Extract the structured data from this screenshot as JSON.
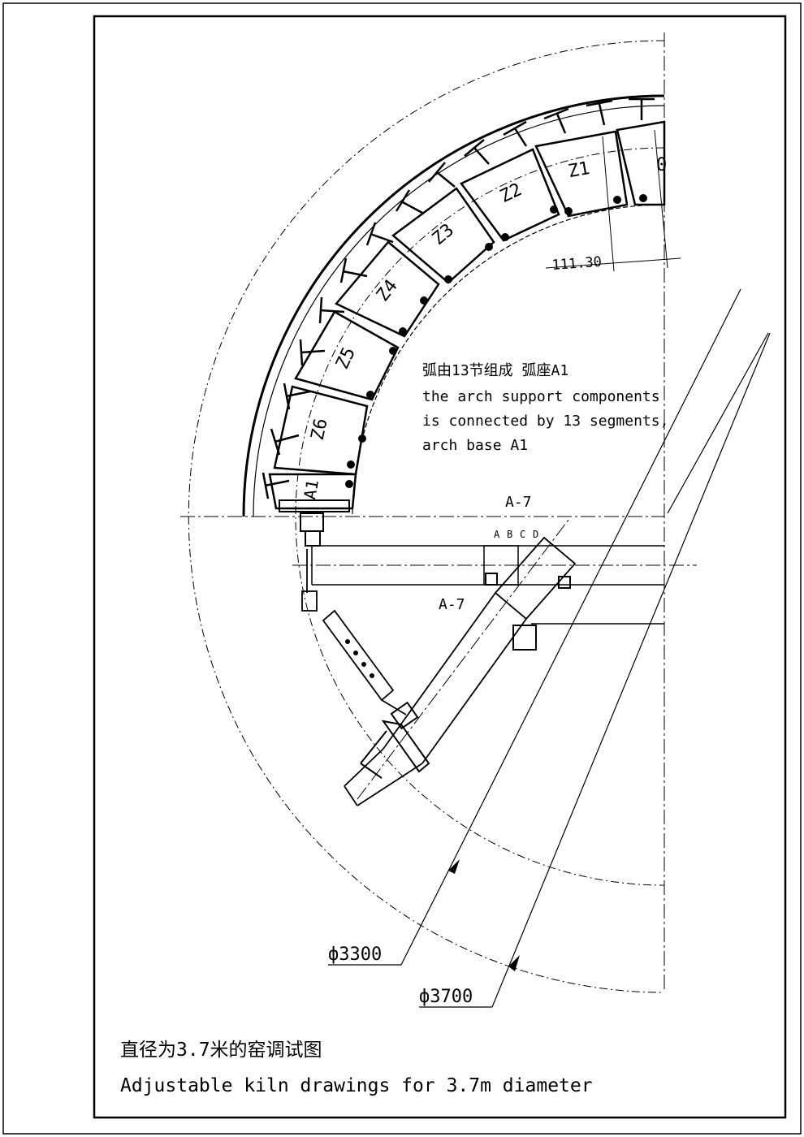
{
  "segments": [
    "Z1",
    "Z2",
    "Z3",
    "Z4",
    "Z5",
    "Z6",
    "A1"
  ],
  "top_segment_label": "0",
  "dimension_label": "111.30",
  "section_label_top": "A-7",
  "section_label_bottom": "A-7",
  "hole_letters": [
    "A",
    "B",
    "C",
    "D"
  ],
  "note": {
    "cn": "弧由13节组成 弧座A1",
    "en_line1": "the arch support components",
    "en_line2": "is connected by 13 segments,",
    "en_line3": "arch base A1"
  },
  "diameter_inner": "ф3300",
  "diameter_outer": "ф3700",
  "title_cn": "直径为3.7米的窑调试图",
  "title_en": "Adjustable kiln drawings for 3.7m diameter"
}
